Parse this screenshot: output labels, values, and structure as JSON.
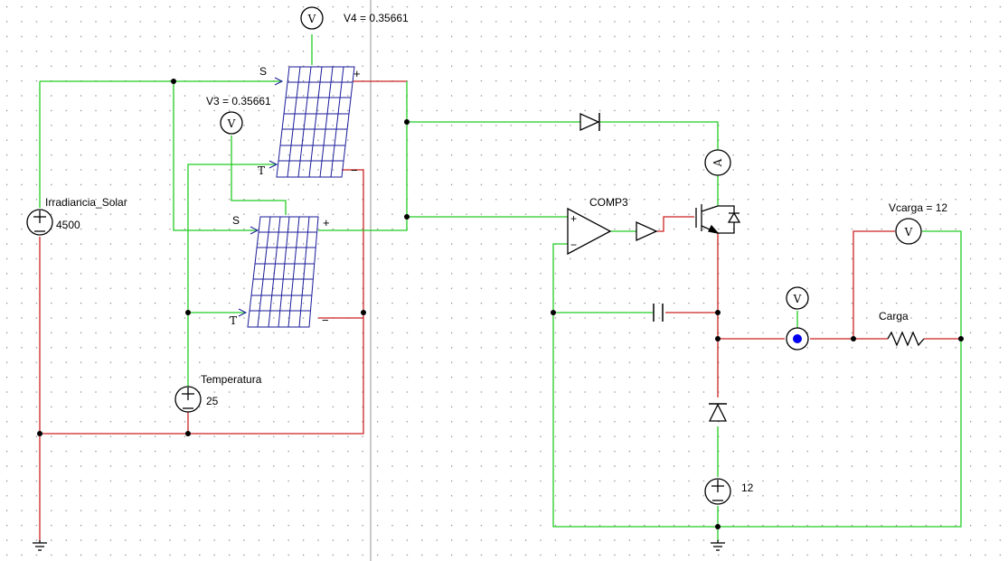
{
  "colors": {
    "wire_green": "#22cc22",
    "wire_red": "#cc2222",
    "navy": "#1a1a99",
    "grid_dot": "#7a7a7a",
    "divider": "#c8c8c8",
    "probe_dot": "#0000ee"
  },
  "labels": {
    "v4": "V4 = 0.35661",
    "v3": "V3 = 0.35661",
    "vcarga": "Vcarga = 12",
    "irradiance_name": "Irradiancia_Solar",
    "irradiance_value": "4500",
    "temperature_name": "Temperatura",
    "temperature_value": "25",
    "comparator": "COMP3",
    "load": "Carga",
    "dc_source_value": "12",
    "s": "S",
    "t": "T",
    "plus": "+",
    "minus": "−",
    "voltmeter": "V",
    "ammeter": "A"
  },
  "icons": {
    "voltmeter": "voltmeter-icon",
    "ammeter": "ammeter-icon",
    "solar_panel": "solar-panel-icon",
    "dc_source": "dc-source-icon",
    "ground": "ground-icon",
    "diode": "diode-icon",
    "capacitor": "capacitor-icon",
    "resistor": "resistor-icon",
    "comparator": "comparator-icon",
    "buffer": "buffer-icon",
    "igbt": "igbt-icon",
    "current_probe": "current-probe-icon"
  }
}
